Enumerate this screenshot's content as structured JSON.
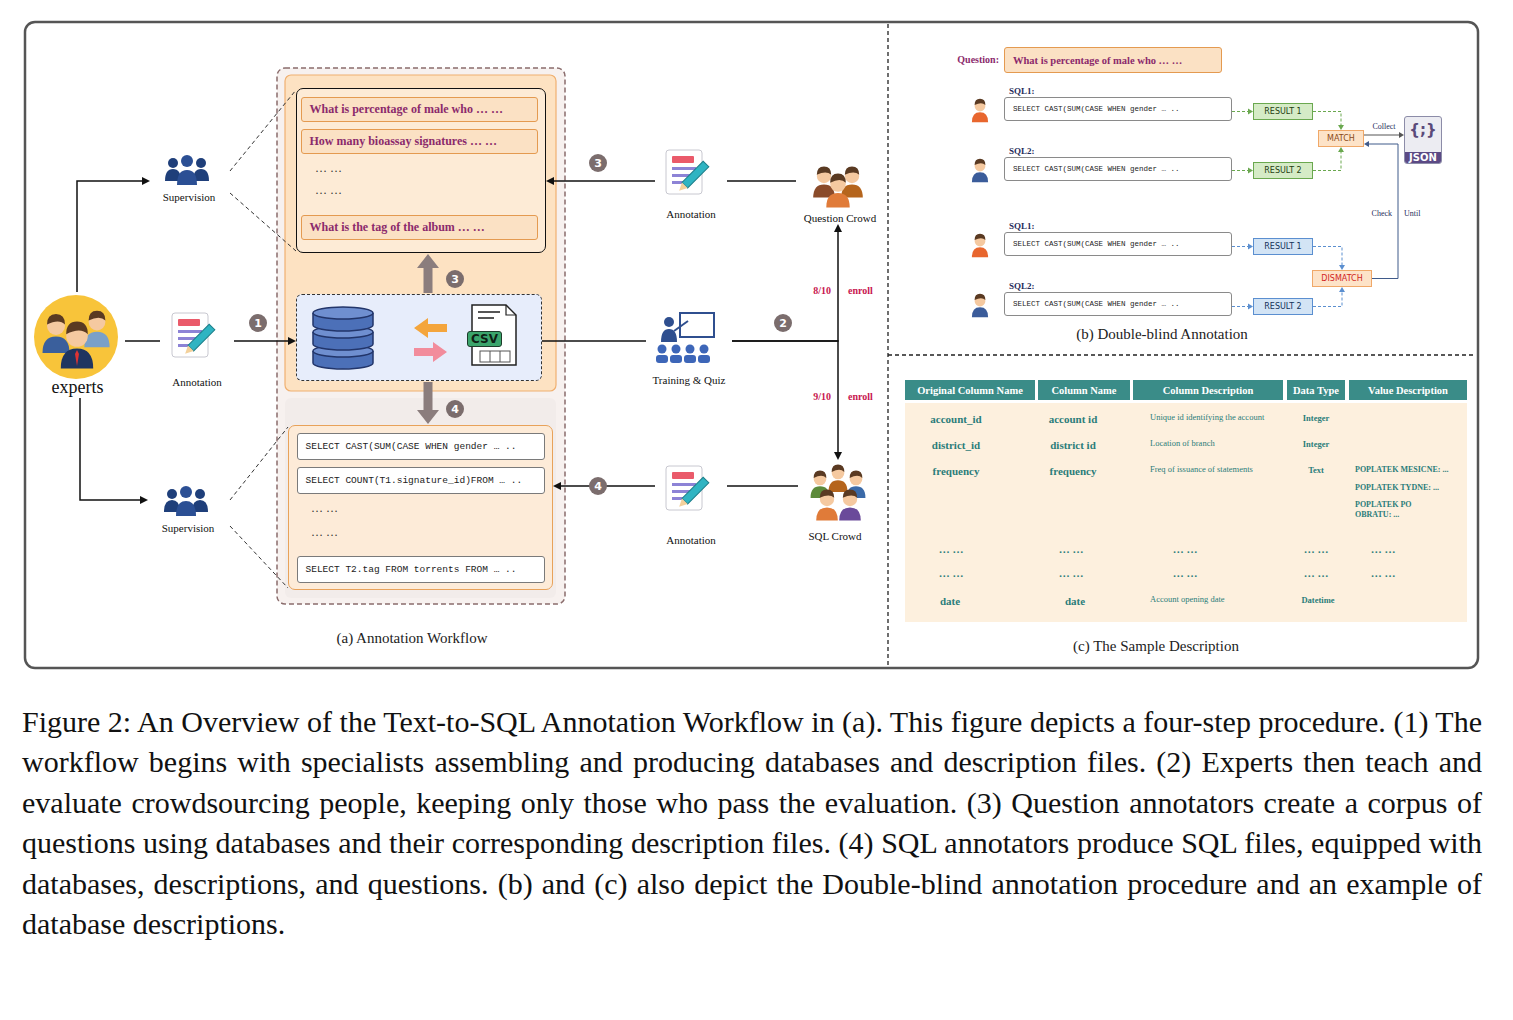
{
  "diagram": {
    "caption": "Figure 2: An Overview of the Text-to-SQL Annotation Workflow in (a). This figure depicts a four-step procedure. (1) The workflow begins with specialists assembling and producing databases and description files. (2) Experts then teach and evaluate crowdsourcing people, keeping only those who pass the evaluation. (3) Question annotators create a corpus of questions using databases and their corresponding description files. (4) SQL annotators produce SQL files, equipped with databases, descriptions, and questions. (b) and (c) also depict the Double-blind annotation procedure and an example of database descriptions.",
    "nodes": [
      {
        "text": [
          "experts"
        ]
      },
      {
        "text": [
          "Supervision"
        ]
      },
      {
        "text": [
          "Annotation"
        ]
      },
      {
        "text": [
          "… …",
          "… …"
        ]
      },
      {
        "text": [
          "What is percentage of male who … …"
        ],
        "in": 3
      },
      {
        "text": [
          "How many bioassay signatures … …"
        ],
        "in": 3
      },
      {
        "text": [
          "What is the tag of the album … …"
        ],
        "in": 3
      },
      {
        "text": [
          "CSV"
        ]
      },
      {
        "text": [
          "… …",
          "… …"
        ]
      },
      {
        "text": [
          "SELECT CAST(SUM(CASE WHEN gender … .."
        ],
        "in": 8
      },
      {
        "text": [
          "SELECT COUNT(T1.signature_id)FROM … .."
        ],
        "in": 8
      },
      {
        "text": [
          "SELECT T2.tag FROM torrents FROM … .."
        ],
        "in": 8
      },
      {
        "text": [
          "Supervision"
        ]
      },
      {
        "text": [
          "Annotation"
        ]
      },
      {
        "text": [
          "Question Crowd"
        ]
      },
      {
        "text": [
          "Training & Quiz"
        ]
      },
      {
        "text": [
          "Annotation"
        ]
      },
      {
        "text": [
          "SQL Crowd"
        ]
      },
      {
        "text": [
          "Question:",
          "What is percentage of male who … …"
        ]
      },
      {
        "text": [
          "SQL1:",
          "SELECT CAST(SUM(CASE WHEN gender … .."
        ]
      },
      {
        "text": [
          "RESULT 1"
        ]
      },
      {
        "text": [
          "SQL2:",
          "SELECT CAST(SUM(CASE WHEN gender … .."
        ]
      },
      {
        "text": [
          "RESULT 2"
        ]
      },
      {
        "text": [
          "MATCH"
        ]
      },
      {
        "text": [
          "{;}",
          "JSON"
        ]
      },
      {
        "text": [
          "SQL1:",
          "SELECT CAST(SUM(CASE WHEN gender … .."
        ]
      },
      {
        "text": [
          "RESULT 1"
        ]
      },
      {
        "text": [
          "SQL2:",
          "SELECT CAST(SUM(CASE WHEN gender … .."
        ]
      },
      {
        "text": [
          "RESULT 2"
        ]
      },
      {
        "text": [
          "DISMATCH"
        ]
      }
    ],
    "edges": [
      {
        "from": 0,
        "to": 1,
        "arrow": "to"
      },
      {
        "from": 0,
        "to": 12,
        "arrow": "to"
      },
      {
        "from": 0,
        "to": 2,
        "arrow": "none"
      },
      {
        "from": 2,
        "to": 7,
        "arrow": "to"
      },
      {
        "from": 1,
        "to": 3,
        "arrow": "none"
      },
      {
        "from": 1,
        "to": 3,
        "arrow": "none"
      },
      {
        "from": 12,
        "to": 8,
        "arrow": "none"
      },
      {
        "from": 12,
        "to": 8,
        "arrow": "none"
      },
      {
        "from": 7,
        "to": 3,
        "arrow": "to"
      },
      {
        "from": 7,
        "to": 8,
        "arrow": "to"
      },
      {
        "from": 14,
        "to": 13,
        "arrow": "none"
      },
      {
        "from": 13,
        "to": 3,
        "arrow": "to"
      },
      {
        "from": 7,
        "to": 15,
        "arrow": "none"
      },
      {
        "from": 15,
        "to": 14,
        "label": "8/10",
        "arrow": "to"
      },
      {
        "from": 15,
        "to": 17,
        "label": "9/10",
        "arrow": "to"
      },
      {
        "from": 17,
        "to": 16,
        "arrow": "none"
      },
      {
        "from": 16,
        "to": 8,
        "arrow": "to"
      },
      {
        "from": 19,
        "to": 20,
        "arrow": "to"
      },
      {
        "from": 21,
        "to": 22,
        "arrow": "to"
      },
      {
        "from": 20,
        "to": 23,
        "arrow": "to"
      },
      {
        "from": 22,
        "to": 23,
        "arrow": "to"
      },
      {
        "from": 23,
        "to": 24,
        "label": "Collect",
        "arrow": "to"
      },
      {
        "from": 25,
        "to": 26,
        "arrow": "to"
      },
      {
        "from": 27,
        "to": 28,
        "arrow": "to"
      },
      {
        "from": 26,
        "to": 29,
        "arrow": "to"
      },
      {
        "from": 28,
        "to": 29,
        "arrow": "to"
      },
      {
        "from": 29,
        "to": 23,
        "arrow": "to"
      }
    ],
    "labels": [
      "(a) Annotation Workflow",
      "(b) Double-blind Annotation",
      "(c) The Sample Description",
      "1",
      "2",
      "3",
      "3",
      "4",
      "4",
      "enroll",
      "enroll",
      "Check",
      "Until",
      "Original Column Name",
      "Column Name",
      "Column Description",
      "Data Type",
      "Value Description",
      "account_id",
      "account id",
      "Unique id identifying the account",
      "Integer",
      "district_id",
      "district id",
      "Location of branch",
      "Integer",
      "frequency",
      "frequency",
      "Freq of issuance of statements",
      "Text",
      "POPLATEK MESICNE: ...",
      "POPLATEK TYDNE: ...",
      "POPLATEK PO OBRATU: ...",
      "… …",
      "… …",
      "… …",
      "… …",
      "… …",
      "… …",
      "… …",
      "… …",
      "… …",
      "… …",
      "date",
      "date",
      "Account opening date",
      "Datetime"
    ]
  }
}
